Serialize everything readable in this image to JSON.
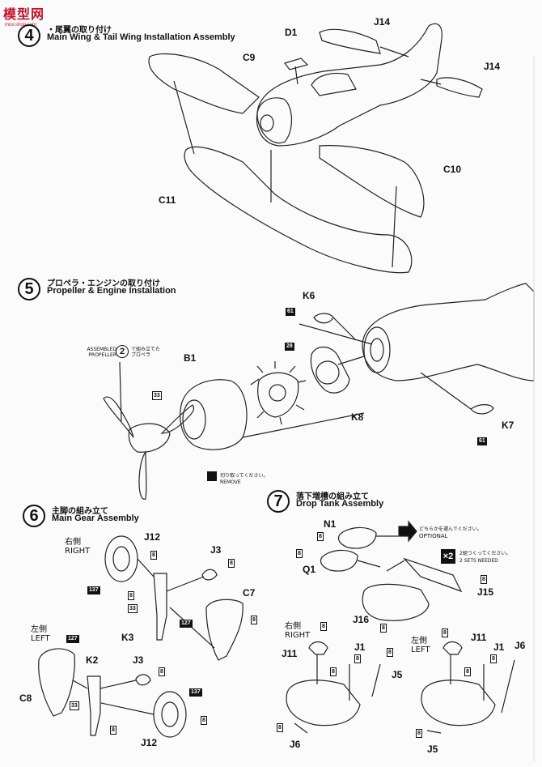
{
  "watermark": {
    "title": "模型网",
    "sub": "mox.shop.com"
  },
  "steps": [
    {
      "num": "4",
      "jp": "・尾翼の取り付け",
      "en": "Main Wing & Tail Wing Installation Assembly"
    },
    {
      "num": "5",
      "jp": "プロペラ・エンジンの取り付け",
      "en": "Propeller & Engine Installation"
    },
    {
      "num": "6",
      "jp": "主脚の組み立て",
      "en": "Main Gear Assembly"
    },
    {
      "num": "7",
      "jp": "落下増槽の組み立て",
      "en": "Drop Tank Assembly"
    }
  ],
  "step4_parts": {
    "d1": "D1",
    "j14a": "J14",
    "c9": "C9",
    "j14b": "J14",
    "c10": "C10",
    "c11": "C11"
  },
  "step5_parts": {
    "k6": "K6",
    "b1": "B1",
    "k8": "K8",
    "k7": "K7"
  },
  "step5_boxes": {
    "b61a": "61",
    "b28": "28",
    "b33": "33",
    "b61b": "61"
  },
  "step5_notes": {
    "assembled_en": "ASSEMBLED PROPELLER",
    "assembled_ref": "2",
    "assembled_jp": "で組み立てたプロペラ",
    "remove_jp": "切り取ってください。",
    "remove_en": "REMOVE"
  },
  "step6": {
    "right_jp": "右側",
    "right_en": "RIGHT",
    "left_jp": "左側",
    "left_en": "LEFT",
    "parts": {
      "j12a": "J12",
      "j3a": "J3",
      "c7": "C7",
      "k3": "K3",
      "k2": "K2",
      "j3b": "J3",
      "c8": "C8",
      "j12b": "J12"
    },
    "boxes": {
      "b8a": "8",
      "b137a": "137",
      "b8b": "8",
      "b33": "33",
      "b127a": "127",
      "b8c": "8",
      "b8d": "8",
      "b127b": "127",
      "b8e": "8",
      "b33b": "33",
      "b8f": "8",
      "b137b": "137",
      "b8g": "8"
    }
  },
  "step7": {
    "choose_jp": "どちらかを選んでください。",
    "choose_en": "OPTIONAL",
    "sets_jp": "2組つくってください。",
    "sets_en": "2 SETS NEEDED",
    "sets_mult": "×2",
    "right_jp": "右側",
    "right_en": "RIGHT",
    "left_jp": "左側",
    "left_en": "LEFT",
    "parts": {
      "n1": "N1",
      "q1": "Q1",
      "j15": "J15",
      "j16": "J16",
      "j11a": "J11",
      "j1a": "J1",
      "j5a": "J5",
      "j11b": "J11",
      "j1b": "J1",
      "j6a": "J6",
      "j6b": "J6",
      "j5b": "J5"
    },
    "boxes": {
      "b8a": "8",
      "b8b": "8",
      "b8c": "8",
      "b8d": "8",
      "b8e": "8",
      "b8f": "8",
      "b8g": "8",
      "b8h": "8",
      "b8i": "8",
      "b8j": "8",
      "b8k": "8",
      "b8l": "8",
      "b8m": "8"
    }
  }
}
